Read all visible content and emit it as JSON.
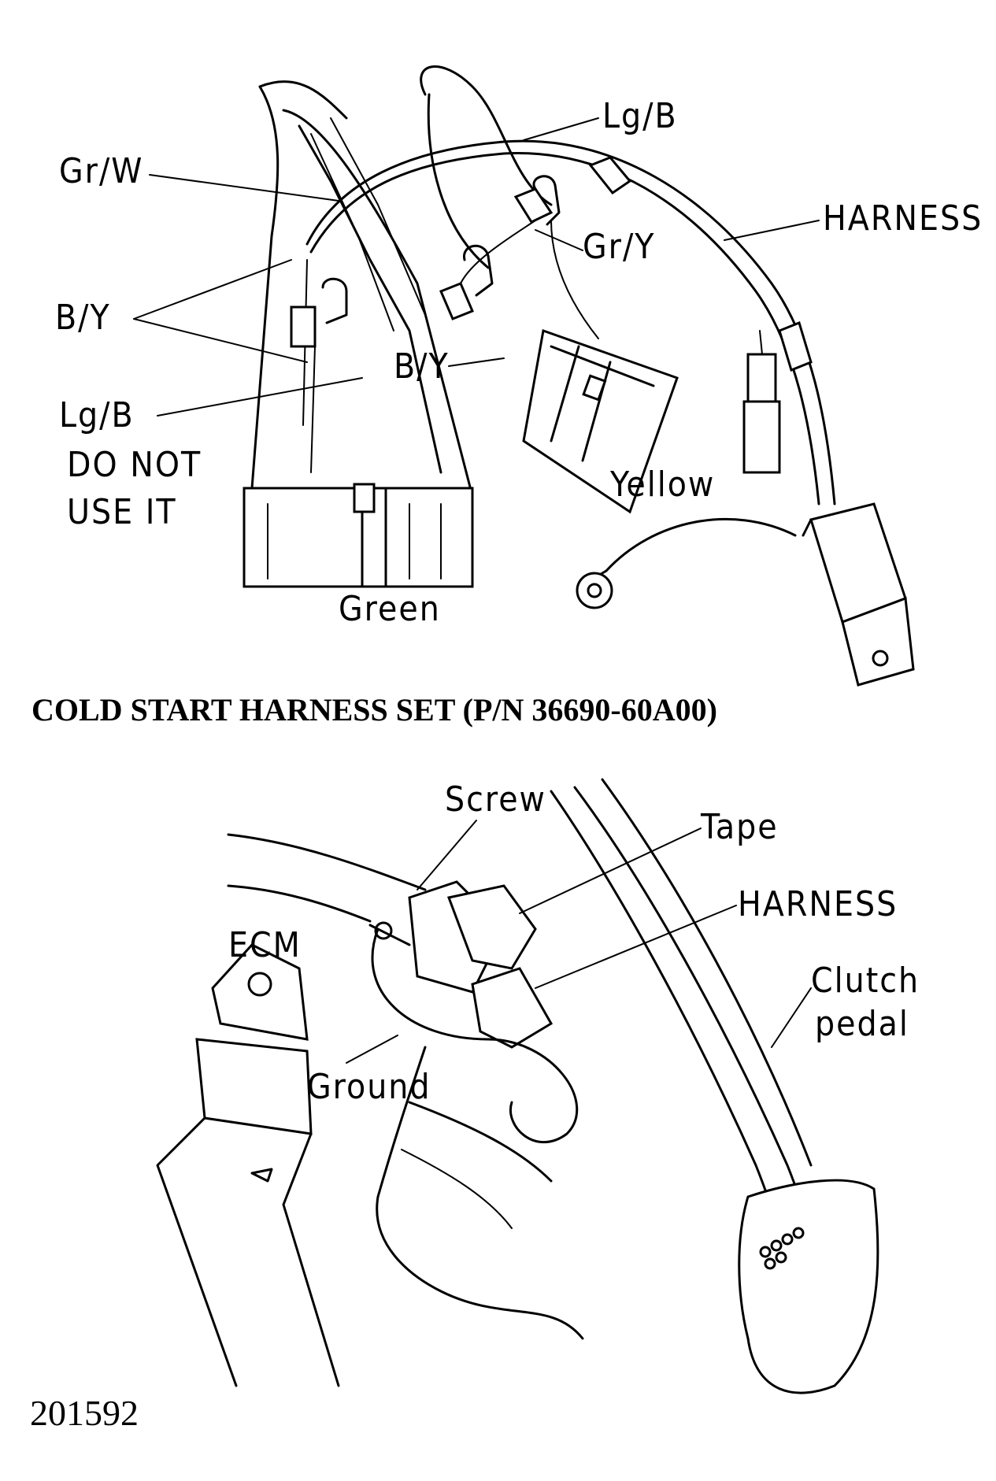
{
  "top_diagram": {
    "labels": {
      "lg_b_top": "Lg/B",
      "gr_w": "Gr/W",
      "harness": "HARNESS",
      "gr_y": "Gr/Y",
      "b_y_left": "B/Y",
      "b_y_mid": "B/Y",
      "lg_b_left": "Lg/B",
      "do_not": "DO NOT",
      "use_it": "USE IT",
      "yellow": "Yellow",
      "green": "Green"
    }
  },
  "caption": "COLD START HARNESS SET (P/N 36690-60A00)",
  "bottom_diagram": {
    "labels": {
      "screw": "Screw",
      "tape": "Tape",
      "harness": "HARNESS",
      "ecm": "ECM",
      "clutch": "Clutch",
      "pedal": "pedal",
      "ground": "Ground"
    }
  },
  "figure_number": "201592"
}
